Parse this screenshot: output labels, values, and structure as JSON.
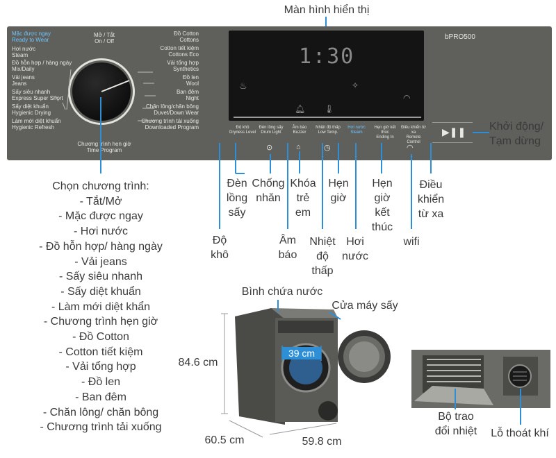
{
  "top_label": "Màn hình hiển thị",
  "panel": {
    "brand": "bPRO500",
    "display_time": "1:30",
    "left_programs": [
      {
        "vi": "Mặc được ngay",
        "en": "Ready to Wear",
        "highlight": true
      },
      {
        "vi": "Hơi nước",
        "en": "Steam"
      },
      {
        "vi": "Đồ hỗn hợp / hàng ngày",
        "en": "Mix/Daily"
      },
      {
        "vi": "Vải jeans",
        "en": "Jeans"
      },
      {
        "vi": "Sấy siêu nhanh",
        "en": "Express Super Short"
      },
      {
        "vi": "Sấy diệt khuẩn",
        "en": "Hygienic Drying"
      },
      {
        "vi": "Làm mới diệt khuẩn",
        "en": "Hygienic Refresh"
      }
    ],
    "top_program": {
      "vi": "Mở / Tắt",
      "en": "On / Off"
    },
    "right_programs": [
      {
        "vi": "Đồ Cotton",
        "en": "Cottons"
      },
      {
        "vi": "Cotton tiết kiệm",
        "en": "Cottons Eco"
      },
      {
        "vi": "Vải tổng hợp",
        "en": "Synthetics"
      },
      {
        "vi": "Đồ len",
        "en": "Wool"
      },
      {
        "vi": "Ban đêm",
        "en": "Night"
      },
      {
        "vi": "Chăn lông/chăn bông",
        "en": "Duvet/Down Wear"
      },
      {
        "vi": "Chương trình tải xuống",
        "en": "Downloaded Program"
      }
    ],
    "bottom_program": {
      "vi": "Chương trình hẹn giờ",
      "en": "Time Program"
    },
    "buttons": [
      {
        "vi": "Độ khô",
        "en": "Dryness Level"
      },
      {
        "vi": "Đèn lồng sấy",
        "en": "Drum Light"
      },
      {
        "vi": "Âm báo",
        "en": "Buzzer"
      },
      {
        "vi": "Nhiệt độ thấp",
        "en": "Low Temp."
      },
      {
        "vi": "Hơi nước",
        "en": "Steam",
        "highlight": true
      },
      {
        "vi": "Hẹn giờ kết thúc",
        "en": "Ending In"
      },
      {
        "vi": "Điều khiển từ xa",
        "en": "Remote Control"
      }
    ]
  },
  "start_label": "Khởi động/\nTạm dừng",
  "callouts_row1": [
    {
      "text": "Đèn\nlồng\nsấy"
    },
    {
      "text": "Chống\nnhăn"
    },
    {
      "text": "Khóa\ntrẻ\nem"
    },
    {
      "text": "Hẹn\ngiờ"
    },
    {
      "text": "Hẹn\ngiờ\nkết\nthúc"
    },
    {
      "text": "Điều\nkhiển\ntừ xa"
    }
  ],
  "callouts_row2": [
    {
      "text": "Độ\nkhô"
    },
    {
      "text": "Âm\nbáo"
    },
    {
      "text": "Nhiệt\nđộ\nthấp"
    },
    {
      "text": "Hơi\nnước"
    },
    {
      "text": "wifi"
    }
  ],
  "program_list_title": "Chọn chương trình:",
  "program_list": [
    "- Tắt/Mở",
    "- Mặc được ngay",
    "- Hơi nước",
    "- Đồ hỗn hợp/ hàng ngày",
    "- Vải jeans",
    "- Sấy siêu nhanh",
    "- Sấy diệt khuẩn",
    "- Làm mới diệt khẩn",
    "- Chương trình hẹn giờ",
    "- Đồ Cotton",
    "- Cotton tiết kiệm",
    "- Vải tổng hợp",
    "- Đồ len",
    "- Ban đêm",
    "- Chăn lông/ chăn bông",
    "- Chương trình tải xuống"
  ],
  "machine": {
    "water_tank": "Bình chứa nước",
    "dryer_door": "Cửa máy sấy",
    "height": "84.6 cm",
    "depth": "60.5 cm",
    "width": "59.8 cm",
    "door_width": "39 cm",
    "heat_exchanger": "Bộ trao\nđổi nhiệt",
    "vent": "Lỗ thoát khí"
  },
  "colors": {
    "accent": "#2e8fd6",
    "panel": "#5f5f5b",
    "highlight_text": "#6ec6ff"
  }
}
